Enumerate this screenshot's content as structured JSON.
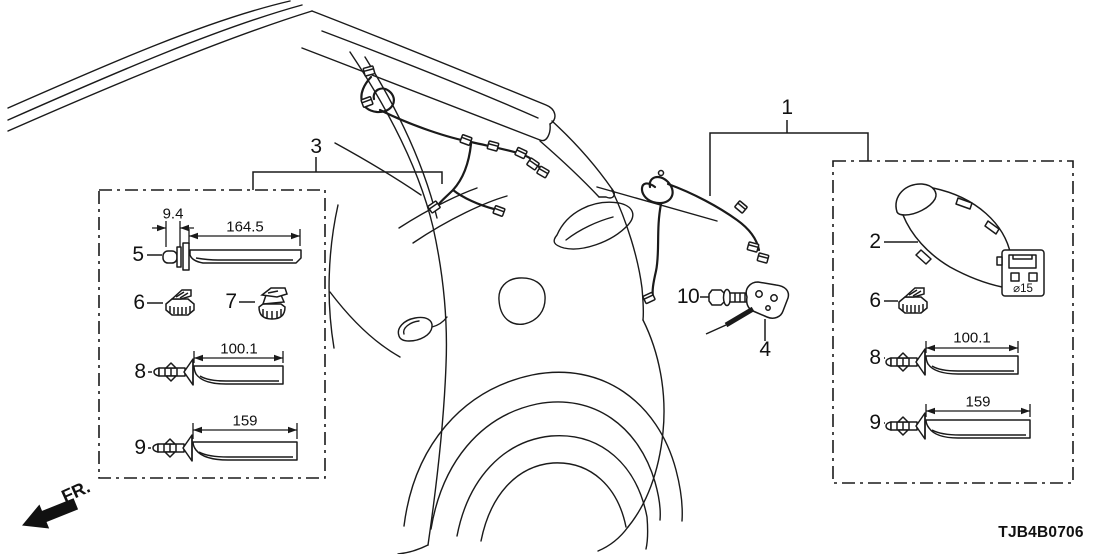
{
  "diagram": {
    "part_code": "TJB4B0706",
    "front_label": "FR.",
    "callouts": {
      "c1": "1",
      "c2": "2",
      "c3": "3",
      "c4": "4",
      "c5": "5",
      "c6_left": "6",
      "c6_right": "6",
      "c7": "7",
      "c8_left": "8",
      "c8_right": "8",
      "c9_left": "9",
      "c9_right": "9",
      "c10": "10"
    },
    "dimensions": {
      "clip5_head_width": "9.4",
      "clip5_strap_length": "164.5",
      "clip8_left_strap_length": "100.1",
      "clip9_left_strap_length": "159",
      "clip8_right_strap_length": "100.1",
      "clip9_right_strap_length": "159",
      "grommet_diameter": "⌀15"
    }
  }
}
